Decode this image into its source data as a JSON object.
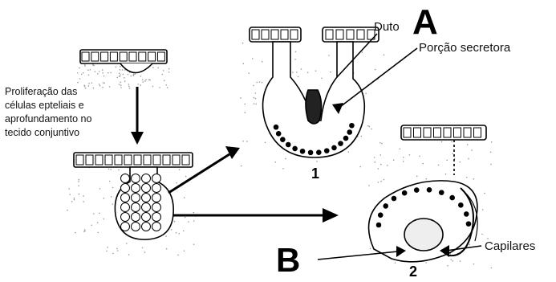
{
  "labels": {
    "letter_a": "A",
    "letter_b": "B",
    "duto": "Duto",
    "porcao_secretora": "Porção secretora",
    "proliferacao": [
      "Proliferação das",
      "células epteliais e",
      "aprofundamento no",
      "tecido conjuntivo"
    ],
    "capilares": "Capilares",
    "num_1": "1",
    "num_2": "2"
  },
  "colors": {
    "ink": "#000000",
    "background": "#ffffff",
    "tissue_stipple": "#9a9a9a"
  }
}
